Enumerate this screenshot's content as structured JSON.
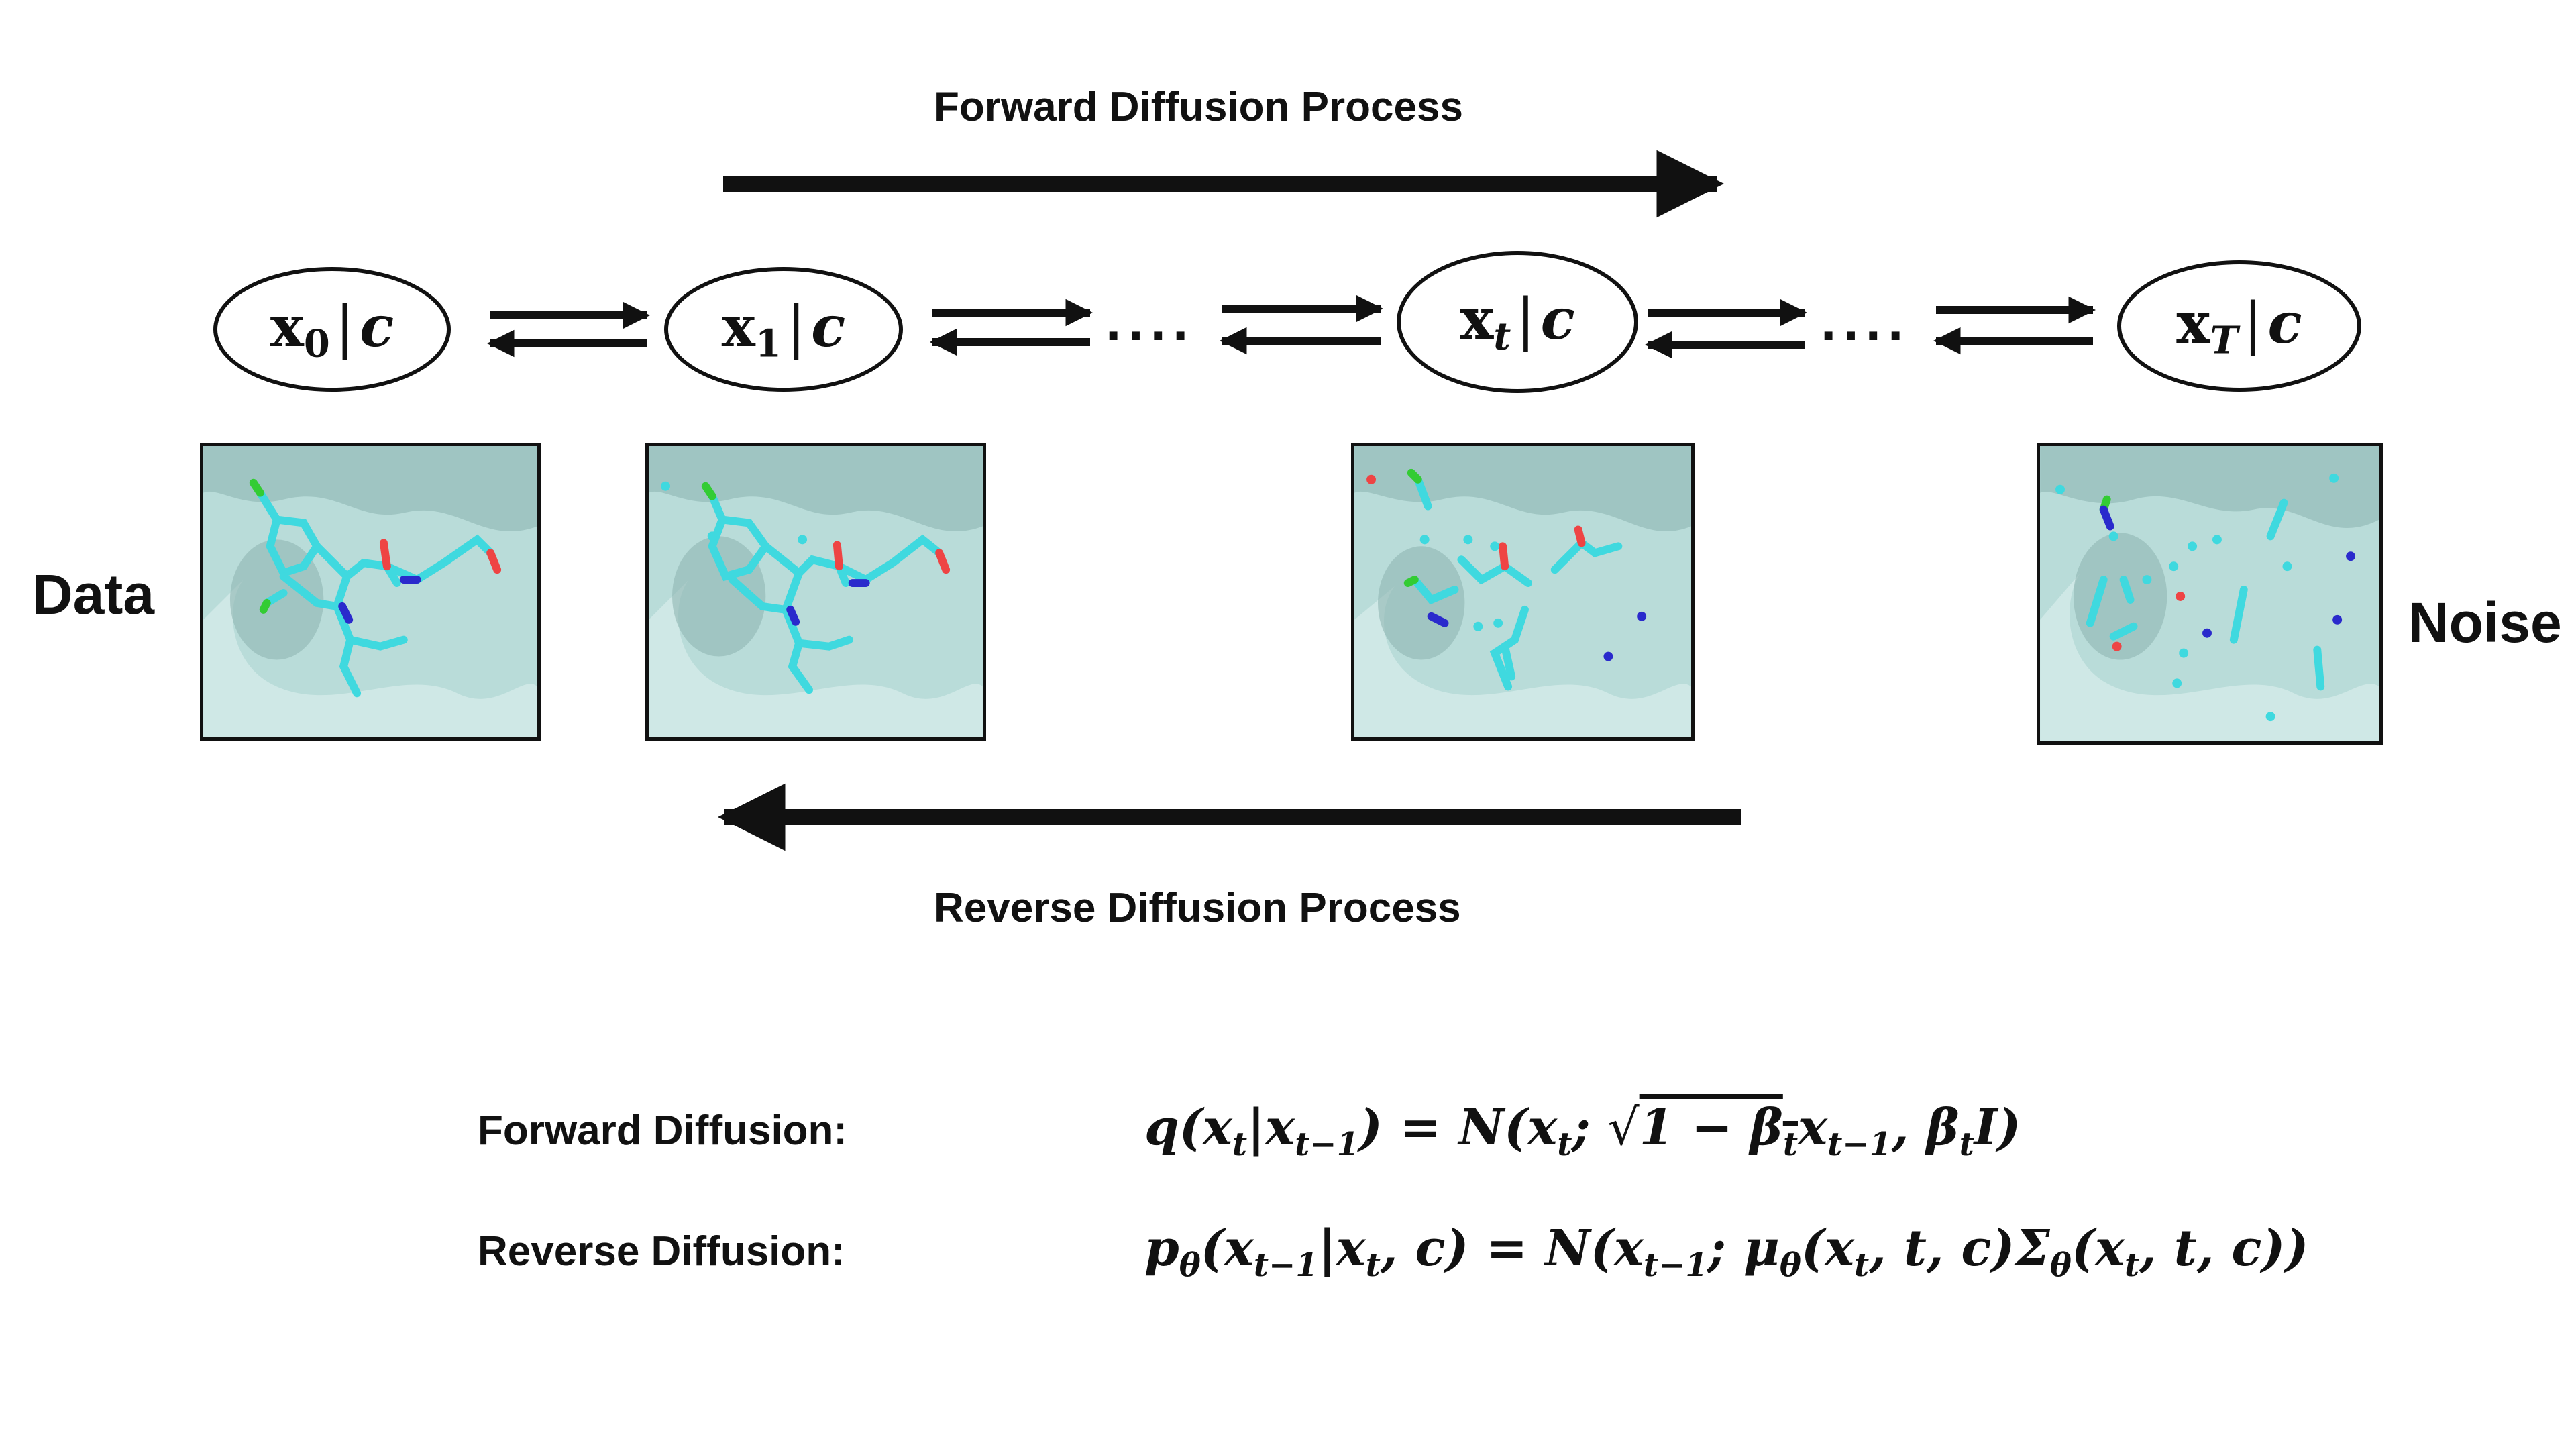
{
  "processes": {
    "forward": "Forward Diffusion Process",
    "reverse": "Reverse Diffusion Process"
  },
  "sides": {
    "left": "Data",
    "right": "Noise"
  },
  "nodes": [
    {
      "var": "x",
      "sub": "0",
      "cond": "c"
    },
    {
      "var": "x",
      "sub": "1",
      "cond": "c"
    },
    {
      "var": "x",
      "sub": "t",
      "cond": "c"
    },
    {
      "var": "x",
      "sub": "T",
      "cond": "c"
    }
  ],
  "ellipsis": "....",
  "equations": {
    "forward_label": "Forward Diffusion:",
    "reverse_label": "Reverse Diffusion:",
    "forward_lhs": "q(x",
    "reverse_lhs": "p"
  },
  "colors": {
    "arrow": "#111111",
    "surface": "#b9dcd9",
    "carbon": "#3fd9df",
    "oxygen": "#ee4444",
    "nitrogen": "#2a2acc",
    "chlorine": "#33cc33"
  }
}
